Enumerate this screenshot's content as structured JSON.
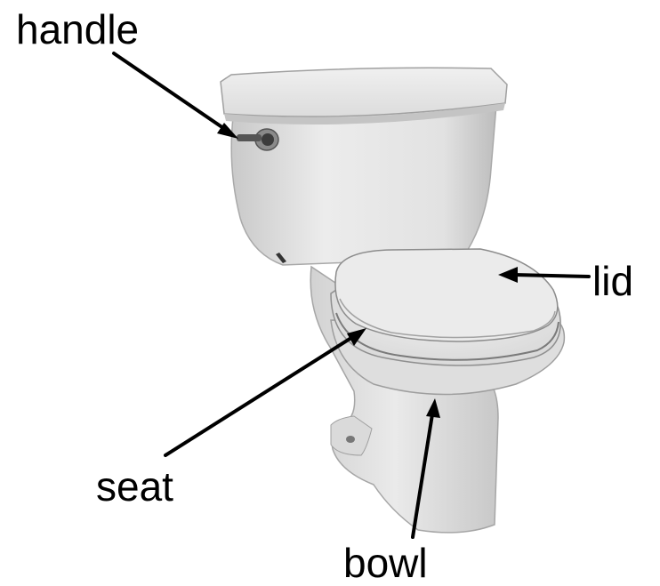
{
  "labels": {
    "handle": "handle",
    "lid": "lid",
    "seat": "seat",
    "bowl": "bowl"
  },
  "colors": {
    "background": "#ffffff",
    "porcelain": "#e9e9e9",
    "shadow": "#b8b8b8",
    "arrow": "#000000"
  }
}
